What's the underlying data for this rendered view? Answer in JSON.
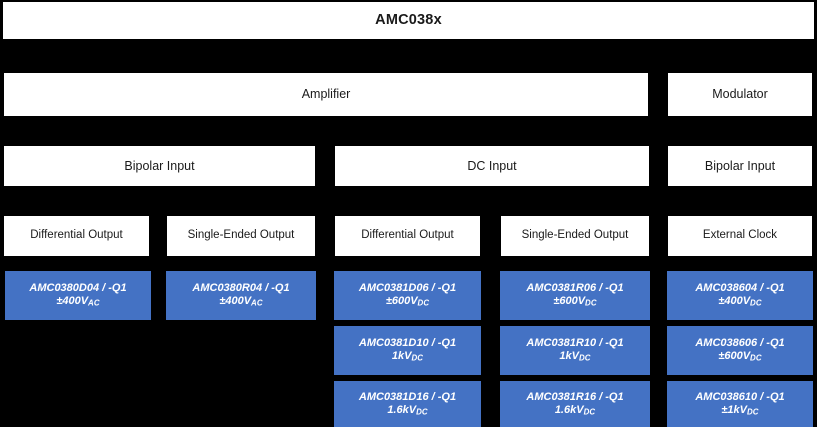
{
  "colors": {
    "background": "#000000",
    "box_fill": "#ffffff",
    "box_border": "#000000",
    "part_fill": "#4472C4",
    "part_text": "#ffffff",
    "label_text": "#1a1a1a"
  },
  "title": {
    "label": "AMC038x"
  },
  "row_function": [
    {
      "label": "Amplifier"
    },
    {
      "label": "Modulator"
    }
  ],
  "row_input": [
    {
      "label": "Bipolar Input"
    },
    {
      "label": "DC Input"
    },
    {
      "label": "Bipolar Input"
    }
  ],
  "row_output": [
    {
      "label": "Differential Output"
    },
    {
      "label": "Single-Ended Output"
    },
    {
      "label": "Differential Output"
    },
    {
      "label": "Single-Ended Output"
    },
    {
      "label": "External Clock"
    }
  ],
  "parts": {
    "col1": [
      {
        "part": "AMC0380D04 / -Q1",
        "voltage": "±400V",
        "voltage_sub": "AC"
      }
    ],
    "col2": [
      {
        "part": "AMC0380R04 / -Q1",
        "voltage": "±400V",
        "voltage_sub": "AC"
      }
    ],
    "col3": [
      {
        "part": "AMC0381D06 / -Q1",
        "voltage": "±600V",
        "voltage_sub": "DC"
      },
      {
        "part": "AMC0381D10 / -Q1",
        "voltage": "1kV",
        "voltage_sub": "DC"
      },
      {
        "part": "AMC0381D16 / -Q1",
        "voltage": "1.6kV",
        "voltage_sub": "DC"
      }
    ],
    "col4": [
      {
        "part": "AMC0381R06 / -Q1",
        "voltage": "±600V",
        "voltage_sub": "DC"
      },
      {
        "part": "AMC0381R10 / -Q1",
        "voltage": "1kV",
        "voltage_sub": "DC"
      },
      {
        "part": "AMC0381R16 / -Q1",
        "voltage": "1.6kV",
        "voltage_sub": "DC"
      }
    ],
    "col5": [
      {
        "part": "AMC038604 / -Q1",
        "voltage": "±400V",
        "voltage_sub": "DC"
      },
      {
        "part": "AMC038606 / -Q1",
        "voltage": "±600V",
        "voltage_sub": "DC"
      },
      {
        "part": "AMC038610 / -Q1",
        "voltage": "±1kV",
        "voltage_sub": "DC"
      }
    ]
  }
}
